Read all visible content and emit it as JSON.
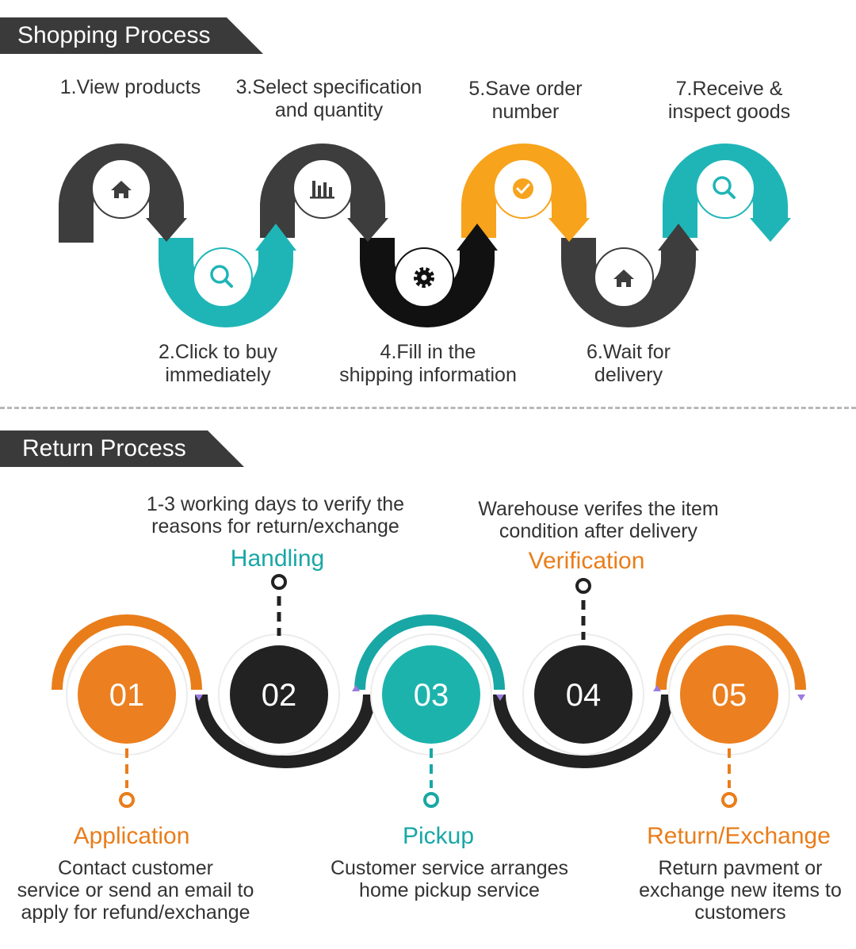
{
  "colors": {
    "dark": "#3d3d3d",
    "black": "#111111",
    "teal": "#1fb5b7",
    "orange": "#f7a31c",
    "return_orange": "#e97d1a",
    "return_teal": "#18a7a5"
  },
  "shopping": {
    "header": "Shopping Process",
    "steps": [
      {
        "label": "1.View products",
        "icon": "home-icon"
      },
      {
        "label": "2.Click to buy\nimmediately",
        "icon": "search-icon"
      },
      {
        "label": "3.Select specification\nand quantity",
        "icon": "bar-chart-icon"
      },
      {
        "label": "4.Fill in the\nshipping information",
        "icon": "gear-icon"
      },
      {
        "label": "5.Save order\nnumber",
        "icon": "check-icon"
      },
      {
        "label": "6.Wait for\ndelivery",
        "icon": "home-icon"
      },
      {
        "label": "7.Receive &\ninspect goods",
        "icon": "search-icon"
      }
    ]
  },
  "returns": {
    "header": "Return Process",
    "steps": [
      {
        "number": "01",
        "title": "Application",
        "desc": "Contact customer\nservice or send an email to\napply for refund/exchange"
      },
      {
        "number": "02",
        "title": "Handling",
        "desc": "1-3 working days to verify the\nreasons for return/exchange"
      },
      {
        "number": "03",
        "title": "Pickup",
        "desc": "Customer service arranges\nhome pickup service"
      },
      {
        "number": "04",
        "title": "Verification",
        "desc": "Warehouse verifes the item\ncondition after delivery"
      },
      {
        "number": "05",
        "title": "Return/Exchange",
        "desc": "Return pavment or\nexchange new items to\ncustomers"
      }
    ]
  }
}
